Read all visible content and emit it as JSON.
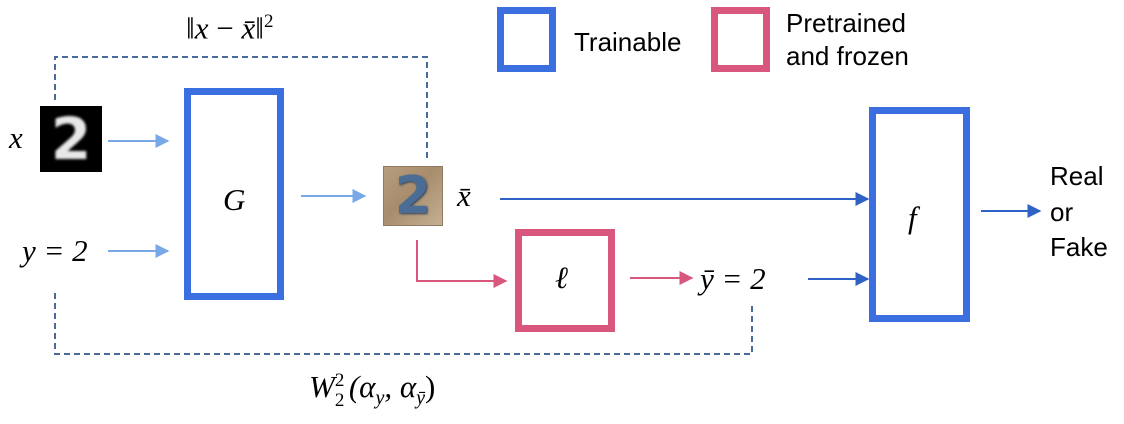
{
  "colors": {
    "trainable": "#3b6fe0",
    "frozen": "#d9567c",
    "arrow_light": "#79a8e6",
    "arrow_blue": "#2f62c6",
    "dashed": "#4a6a9c"
  },
  "legend": {
    "trainable_label": "Trainable",
    "frozen_label_1": "Pretrained",
    "frozen_label_2": "and frozen"
  },
  "inputs": {
    "x_label": "x",
    "y_label": "y = 2"
  },
  "blocks": {
    "generator_label": "G",
    "loss_label": "ℓ",
    "discriminator_label": "f"
  },
  "outputs": {
    "xbar_label": "x̄",
    "ybar_label": "ȳ = 2",
    "out_line1": "Real",
    "out_line2": "or",
    "out_line3": "Fake"
  },
  "losses": {
    "recon_norm_left": "‖",
    "recon_x": "x",
    "recon_minus": " − ",
    "recon_xbar": "x̄",
    "recon_norm_right": "‖",
    "recon_exp": "2",
    "w_main": "W",
    "w_sup": "2",
    "w_sub": "2",
    "w_args_open": "(α",
    "w_arg1_sub": "y",
    "w_comma": ", α",
    "w_arg2_sub": "ȳ",
    "w_args_close": ")"
  },
  "images": {
    "input_digit": "2",
    "generated_digit": "2"
  }
}
